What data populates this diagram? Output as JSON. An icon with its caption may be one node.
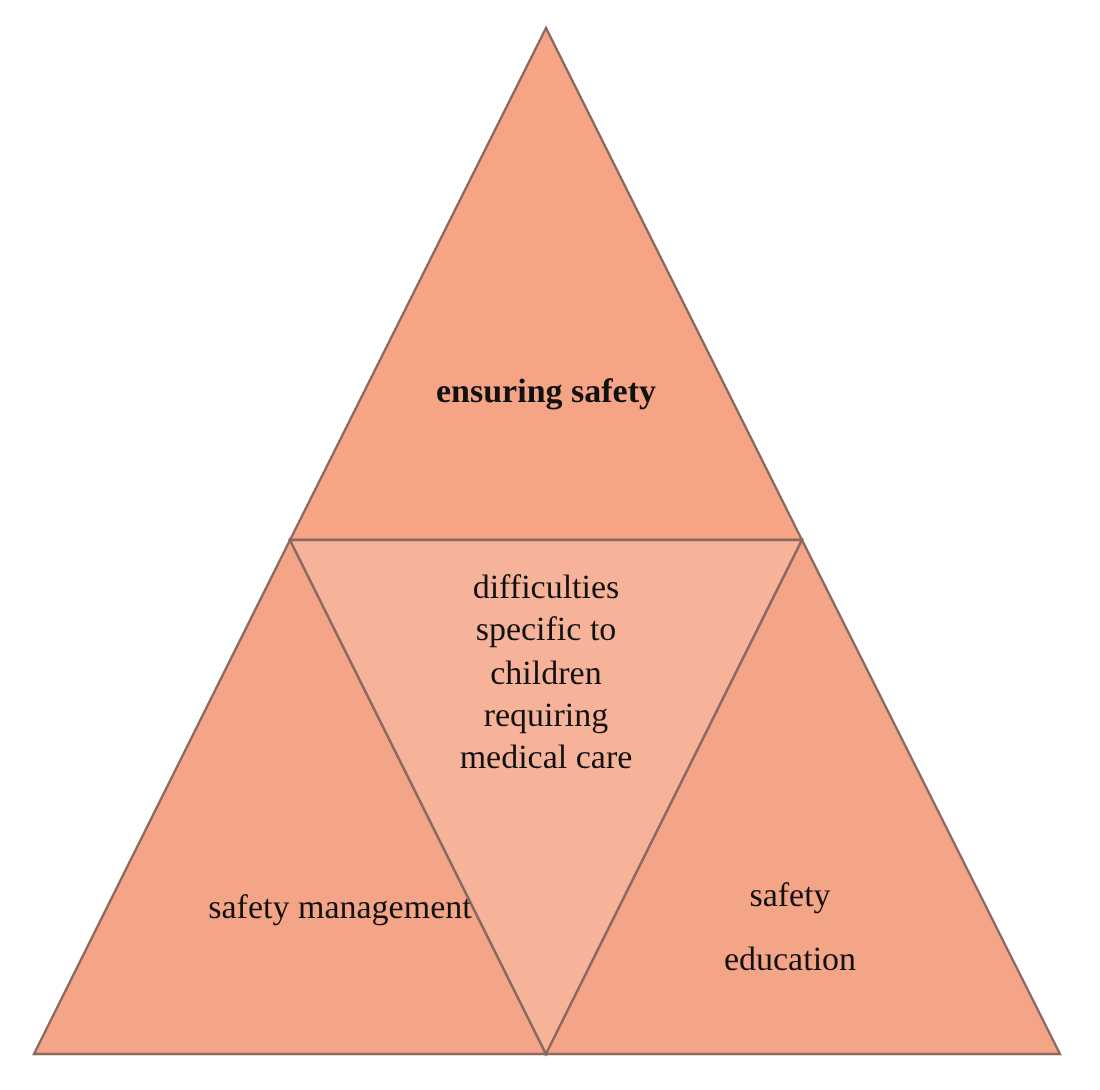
{
  "diagram": {
    "nodes": [
      {
        "text": [
          "ensuring safety"
        ]
      },
      {
        "text": [
          "safety management"
        ]
      },
      {
        "text": [
          "difficulties specific to children requiring medical care"
        ]
      },
      {
        "text": [
          "safety education"
        ]
      }
    ]
  }
}
